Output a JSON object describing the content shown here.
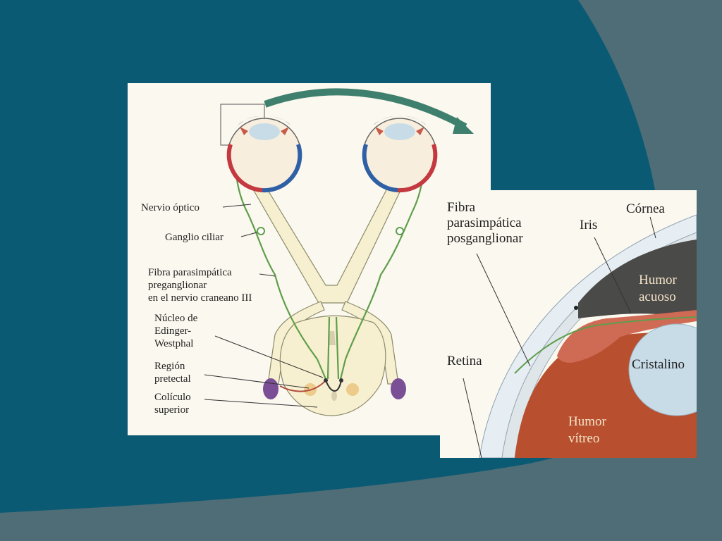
{
  "colors": {
    "background_teal": "#0b5a73",
    "background_grey": "#4f6d76",
    "panel": "#fbf8ef",
    "arrow": "#3f7f6d",
    "nerve_fill": "#f7f0d0",
    "nerve_green": "#5f9e4b",
    "vein_red": "#c3393f",
    "vein_blue": "#2f5fa4",
    "nucleus_purple": "#7b4f96",
    "vitreous": "#b8502f",
    "iris": "#cf6a55",
    "aqueous": "#4a4a48",
    "lens": "#c8dce8"
  },
  "left_diagram": {
    "labels": {
      "optic_nerve": "Nervio óptico",
      "ciliary_ganglion": "Ganglio ciliar",
      "preganglionic_line1": "Fibra parasimpática",
      "preganglionic_line2": "preganglionar",
      "preganglionic_line3": "en el nervio craneano III",
      "edinger_line1": "Núcleo de",
      "edinger_line2": "Edinger-",
      "edinger_line3": "Westphal",
      "pretectal_line1": "Región",
      "pretectal_line2": "pretectal",
      "colliculus_line1": "Colículo",
      "colliculus_line2": "superior"
    }
  },
  "detail_diagram": {
    "labels": {
      "postganglionic_line1": "Fibra",
      "postganglionic_line2": "parasimpática",
      "postganglionic_line3": "posganglionar",
      "iris": "Iris",
      "cornea": "Córnea",
      "aqueous_line1": "Humor",
      "aqueous_line2": "acuoso",
      "retina": "Retina",
      "lens": "Cristalino",
      "vitreous_line1": "Humor",
      "vitreous_line2": "vítreo"
    }
  }
}
